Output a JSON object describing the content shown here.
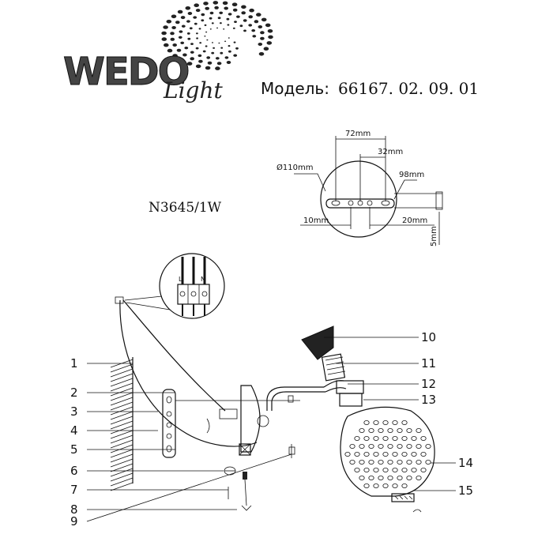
{
  "brand": {
    "name": "WEDO",
    "sub": "Light"
  },
  "header": {
    "model_label": "Модель:",
    "model_number": "66167. 02. 09. 01"
  },
  "product_code": "N3645/1W",
  "mounting_plate": {
    "diameter": "Ø110mm",
    "dim_72": "72mm",
    "dim_32": "32mm",
    "dim_98": "98mm",
    "dim_10": "10mm",
    "dim_20": "20mm",
    "dim_5": "5mm"
  },
  "wiring": {
    "live": "L",
    "neutral": "N"
  },
  "callouts": {
    "left": [
      "1",
      "2",
      "3",
      "4",
      "5",
      "6",
      "7",
      "8",
      "9"
    ],
    "right": [
      "10",
      "11",
      "12",
      "13",
      "14",
      "15"
    ]
  }
}
